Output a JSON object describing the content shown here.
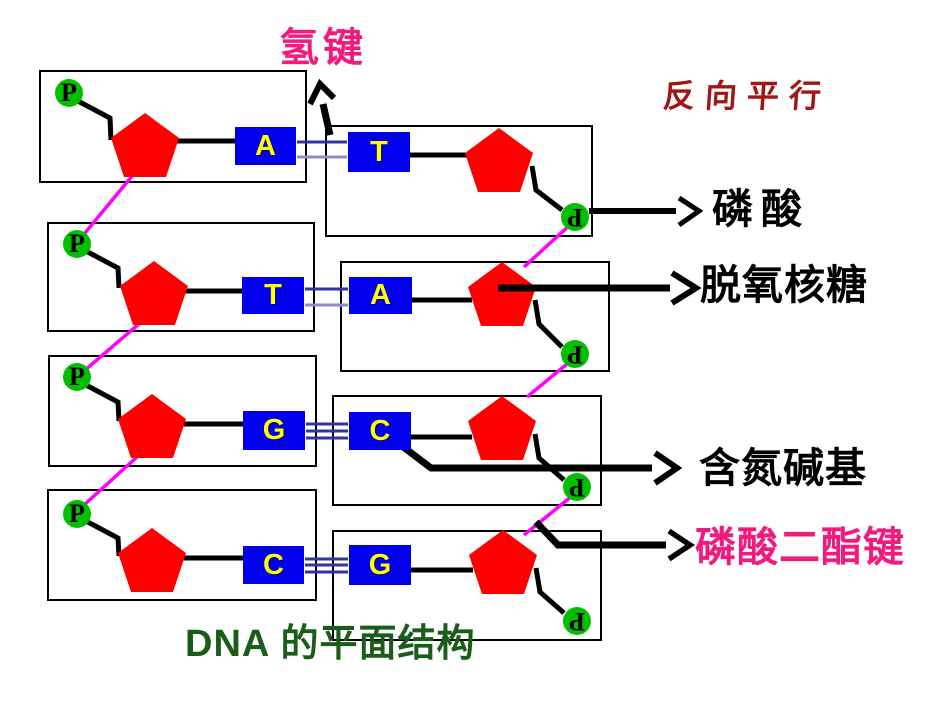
{
  "slide": {
    "title": "DNA 的平面结构",
    "annotation_labels": {
      "hydrogen_bond": "氢键",
      "antiparallel": "反向平行",
      "phosphate": "磷酸",
      "deoxyribose": "脱氧核糖",
      "nitrogenous_base": "含氮碱基",
      "phosphodiester_bond": "磷酸二酯键"
    },
    "phosphate_symbol": "P",
    "base_pairs": [
      {
        "left_base": "A",
        "right_base": "T",
        "hydrogen_bonds": 2
      },
      {
        "left_base": "T",
        "right_base": "A",
        "hydrogen_bonds": 2
      },
      {
        "left_base": "G",
        "right_base": "C",
        "hydrogen_bonds": 3
      },
      {
        "left_base": "C",
        "right_base": "G",
        "hydrogen_bonds": 3
      }
    ],
    "colors": {
      "deoxyribose_pentagon": "#FF0000",
      "base_box": "#0000EE",
      "base_letter": "#FFFF00",
      "phosphate_circle": "#00C000",
      "hydrogen_bond_line": "#3232A0",
      "phosphodiester_line": "#FF00FF",
      "pink_label": "#F3197D",
      "antiparallel_label": "#A21515",
      "title_green": "#1A5C1A"
    }
  }
}
